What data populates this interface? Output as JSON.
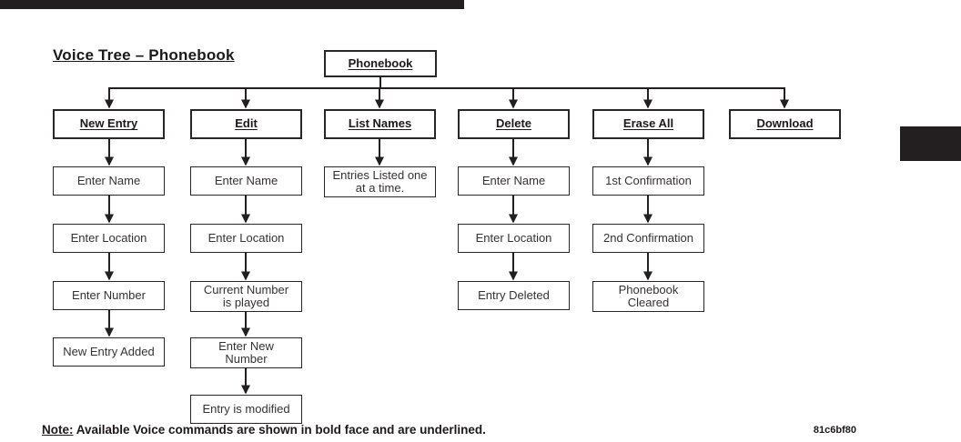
{
  "page": {
    "title": "Voice Tree – Phonebook",
    "figure_code": "81c6bf80",
    "note": {
      "label": "Note:",
      "text": " Available Voice commands are shown in bold face and are underlined."
    }
  },
  "colors": {
    "ink": "#231f20",
    "background": "#ffffff"
  },
  "tree": {
    "root": "Phonebook",
    "columns": [
      {
        "command": "New Entry",
        "steps": [
          "Enter Name",
          "Enter Location",
          "Enter Number",
          "New Entry Added"
        ]
      },
      {
        "command": "Edit",
        "steps": [
          "Enter Name",
          "Enter Location",
          "Current Number\nis played",
          "Enter New\nNumber",
          "Entry is modified"
        ]
      },
      {
        "command": "List Names",
        "steps": [
          "Entries Listed one\nat a time."
        ]
      },
      {
        "command": "Delete",
        "steps": [
          "Enter Name",
          "Enter Location",
          "Entry Deleted"
        ]
      },
      {
        "command": "Erase All",
        "steps": [
          "1st Confirmation",
          "2nd Confirmation",
          "Phonebook\nCleared"
        ]
      },
      {
        "command": "Download",
        "steps": []
      }
    ]
  }
}
